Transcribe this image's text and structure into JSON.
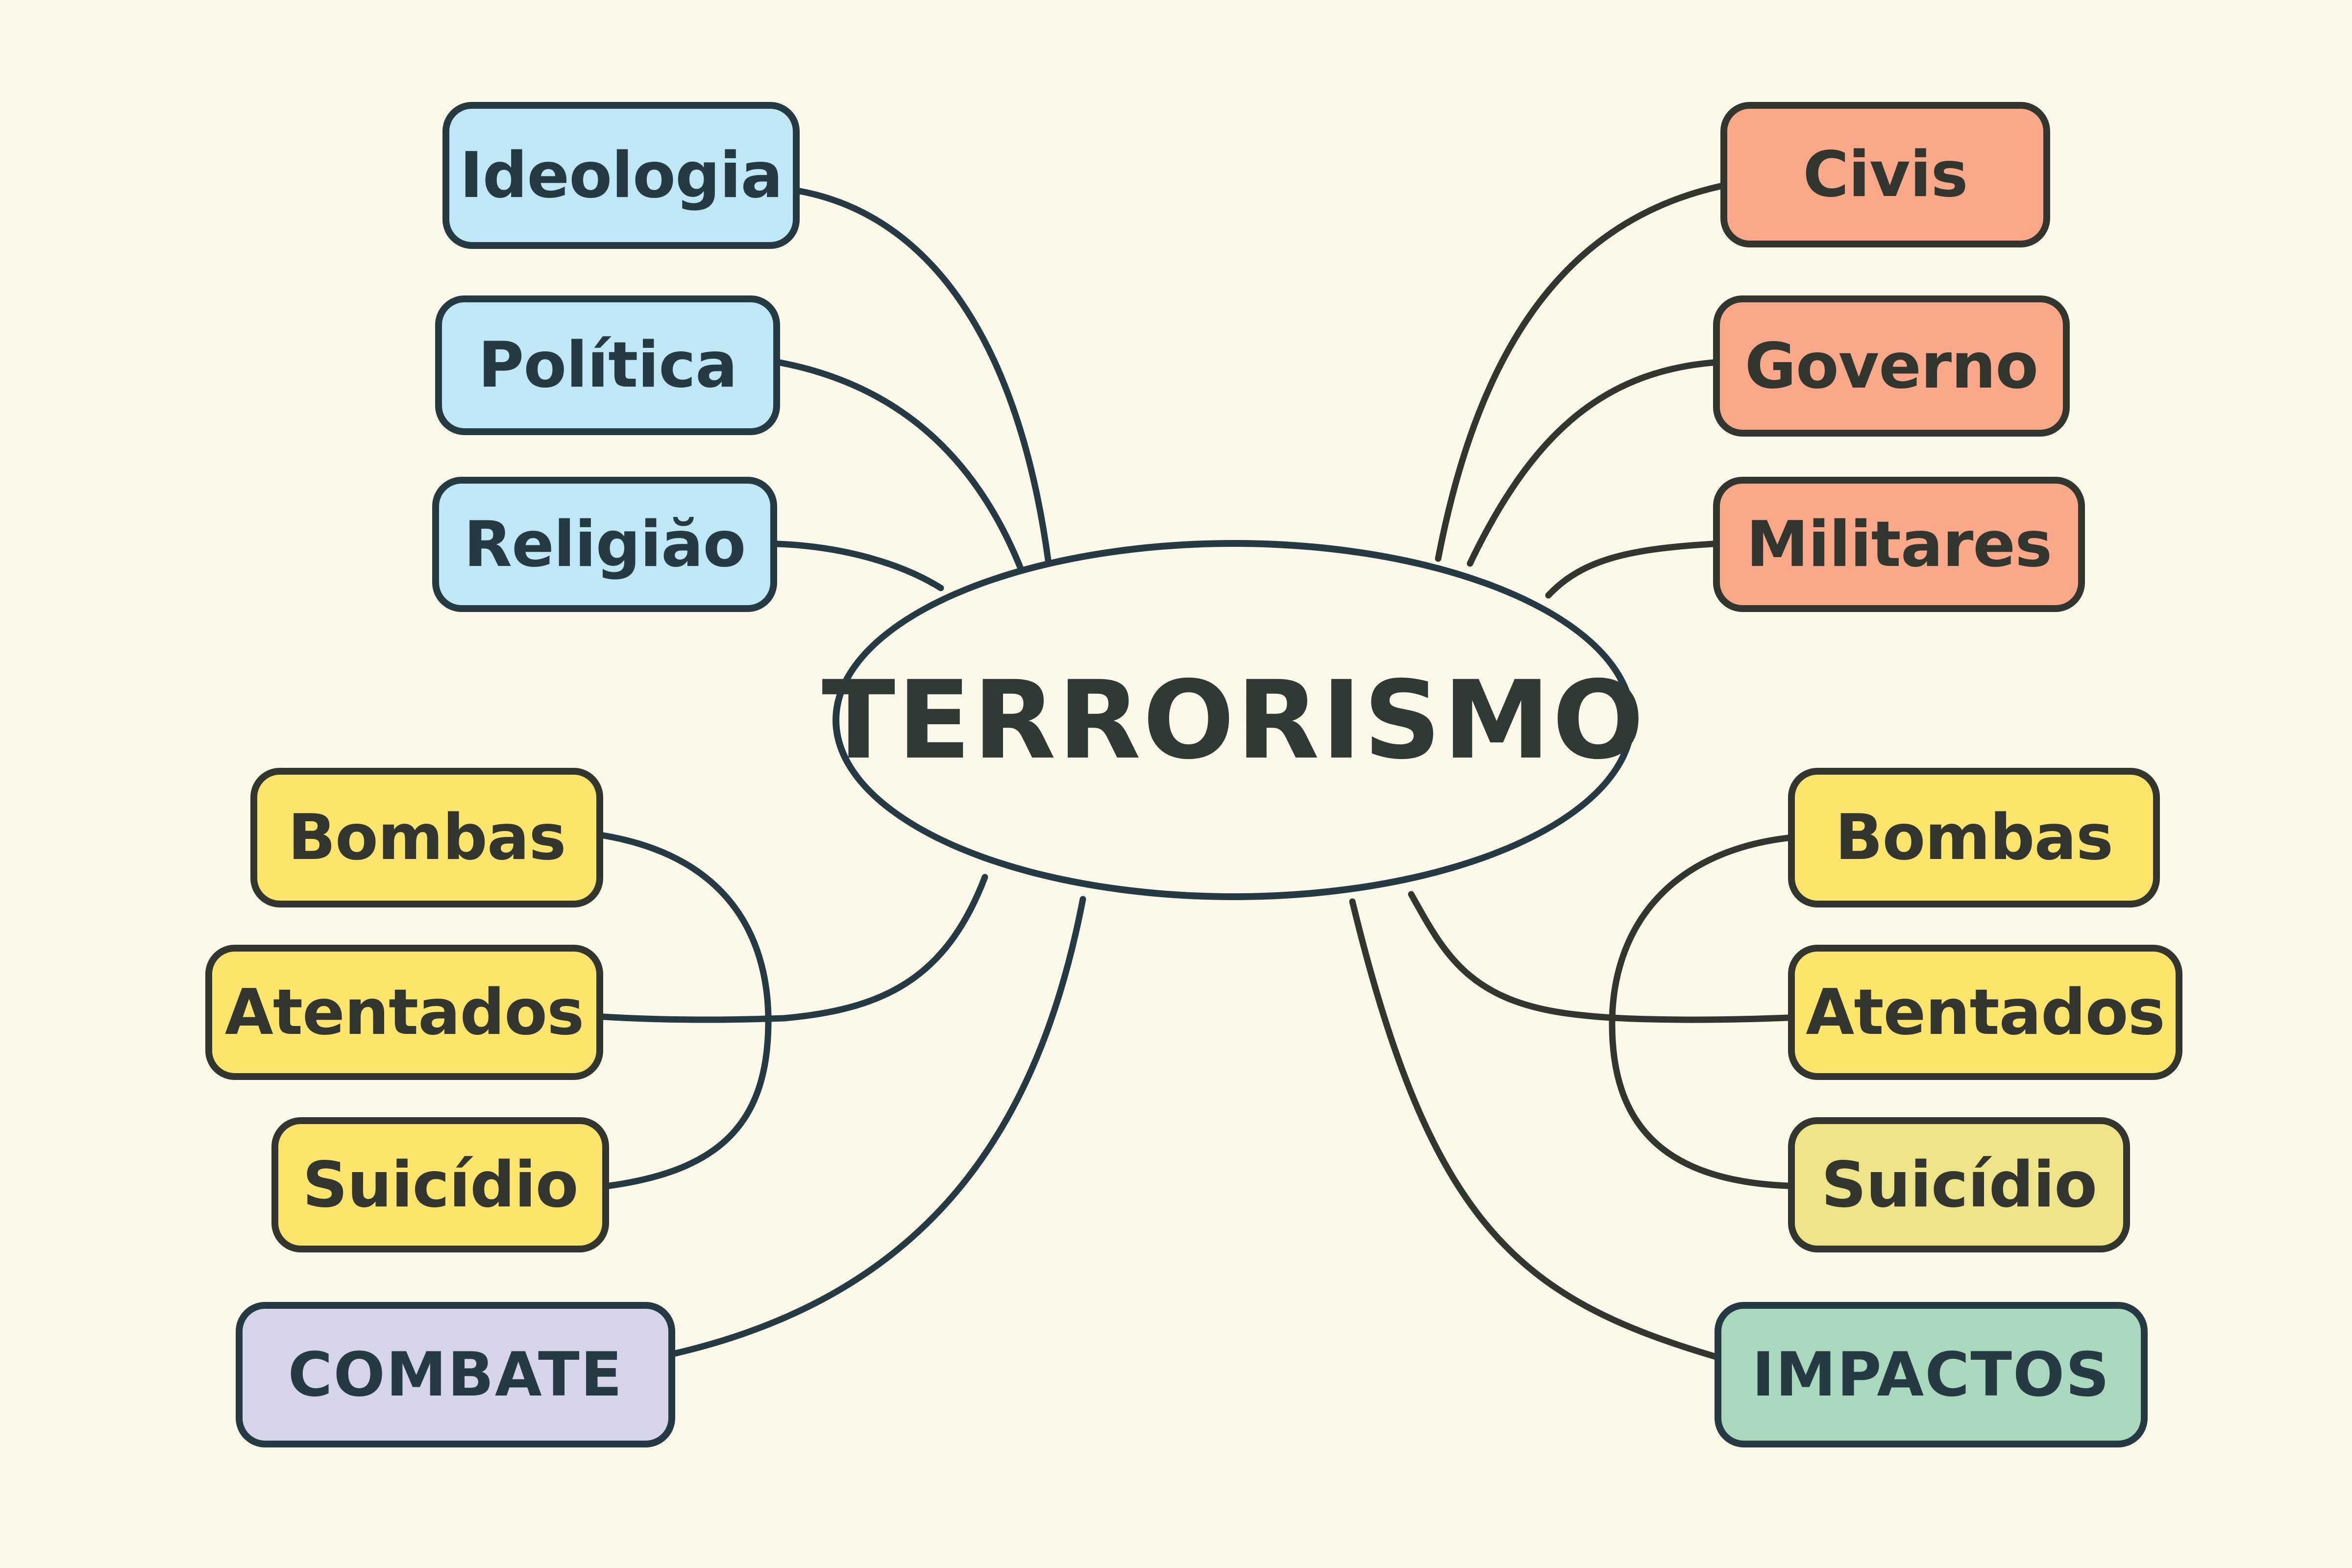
{
  "title": "TERRORISMO",
  "colors": {
    "background": "#fdf9ea",
    "line_left": "#263a44",
    "line_right": "#33352f",
    "causes": "#c0e7f5",
    "targets": "#f9a98a",
    "methods": "#fde46c",
    "methods_alt": "#efe38a",
    "combate": "#d6d4e8",
    "impactos": "#a9d8bd"
  },
  "branches": {
    "causes": [
      "Ideologia",
      "Política",
      "Religiăo"
    ],
    "targets": [
      "Civis",
      "Governo",
      "Militares"
    ],
    "methods_left": [
      "Bombas",
      "Atentados",
      "Suicídio"
    ],
    "methods_right": [
      "Bombas",
      "Atentados",
      "Suicídio"
    ],
    "combate": "COMBATE",
    "impactos": "IMPACTOS"
  }
}
